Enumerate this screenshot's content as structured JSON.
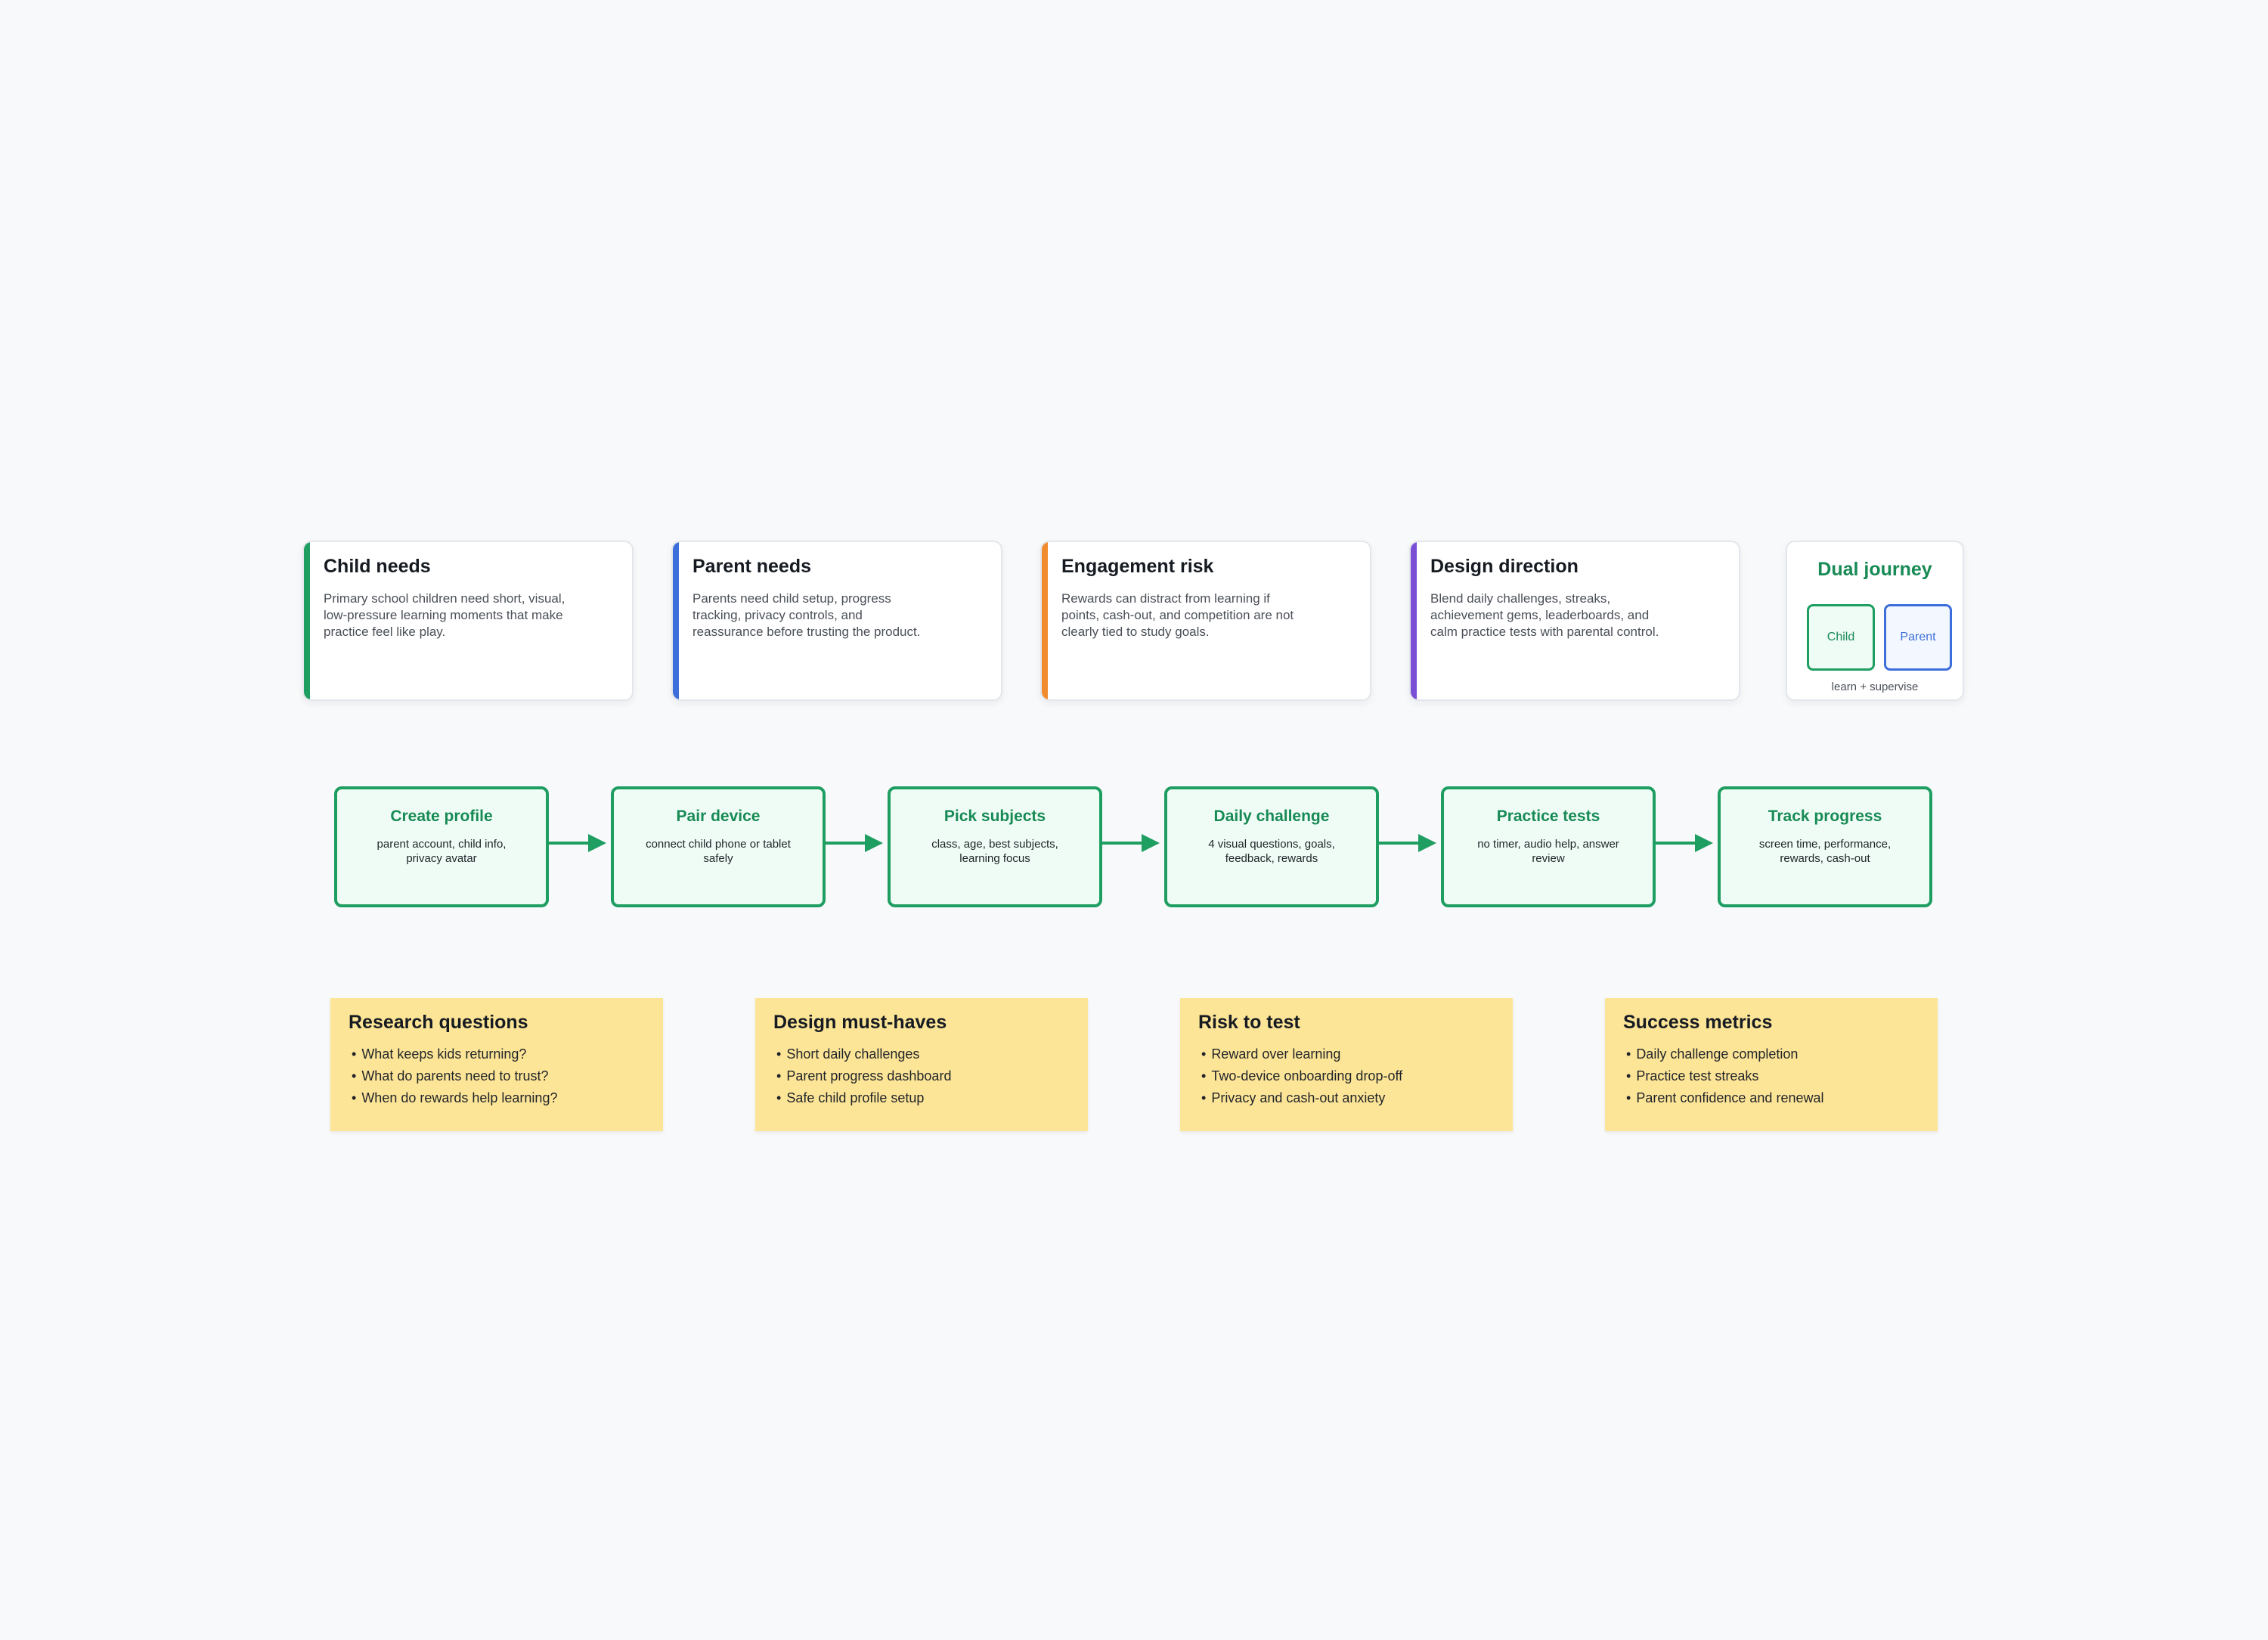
{
  "colors": {
    "background": "#f8f9fb",
    "child_green": "#1f9e62",
    "parent_blue": "#3d6fdc",
    "risk_orange": "#f08c2e",
    "design_purple": "#7a4fd6",
    "sticky_yellow": "#fde598",
    "flow_fill": "#effcf5"
  },
  "insights": [
    {
      "title": "Child needs",
      "body": "Primary school children need short, visual, low-pressure learning moments that make practice feel like play.",
      "accent": "#1f9e62"
    },
    {
      "title": "Parent needs",
      "body": "Parents need child setup, progress tracking, privacy controls, and reassurance before trusting the product.",
      "accent": "#3d6fdc"
    },
    {
      "title": "Engagement risk",
      "body": "Rewards can distract from learning if points, cash-out, and competition are not clearly tied to study goals.",
      "accent": "#f08c2e"
    },
    {
      "title": "Design direction",
      "body": "Blend daily challenges, streaks, achievement gems, leaderboards, and calm practice tests with parental control.",
      "accent": "#7a4fd6"
    }
  ],
  "dual_journey": {
    "title": "Dual journey",
    "child_label": "Child",
    "parent_label": "Parent",
    "caption": "learn + supervise"
  },
  "flow": [
    {
      "title": "Create profile",
      "desc": "parent account, child info, privacy avatar"
    },
    {
      "title": "Pair device",
      "desc": "connect child phone or tablet safely"
    },
    {
      "title": "Pick subjects",
      "desc": "class, age, best subjects, learning focus"
    },
    {
      "title": "Daily challenge",
      "desc": "4 visual questions, goals, feedback, rewards"
    },
    {
      "title": "Practice tests",
      "desc": "no timer, audio help, answer review"
    },
    {
      "title": "Track progress",
      "desc": "screen time, performance, rewards, cash-out"
    }
  ],
  "notes": [
    {
      "title": "Research questions",
      "items": [
        "What keeps kids returning?",
        "What do parents need to trust?",
        "When do rewards help learning?"
      ]
    },
    {
      "title": "Design must-haves",
      "items": [
        "Short daily challenges",
        "Parent progress dashboard",
        "Safe child profile setup"
      ]
    },
    {
      "title": "Risk to test",
      "items": [
        "Reward over learning",
        "Two-device onboarding drop-off",
        "Privacy and cash-out anxiety"
      ]
    },
    {
      "title": "Success metrics",
      "items": [
        "Daily challenge completion",
        "Practice test streaks",
        "Parent confidence and renewal"
      ]
    }
  ]
}
